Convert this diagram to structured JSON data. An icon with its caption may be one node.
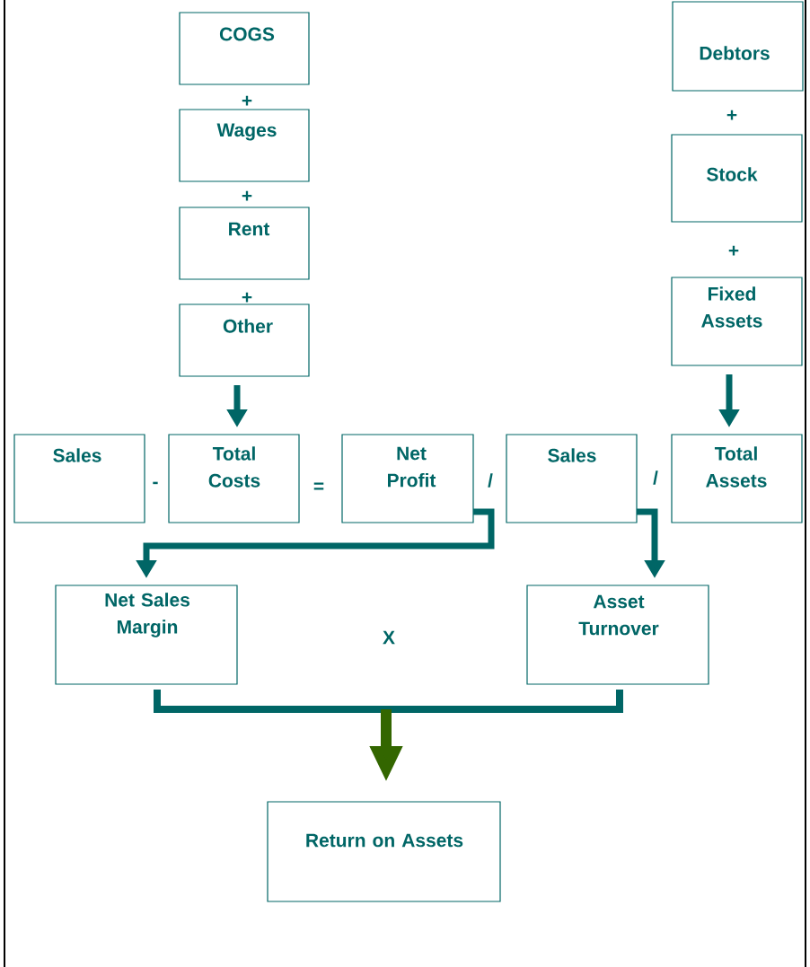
{
  "diagram": {
    "nodes": [
      {
        "text": [
          "COGS"
        ]
      },
      {
        "text": [
          "Wages"
        ]
      },
      {
        "text": [
          "Rent"
        ]
      },
      {
        "text": [
          "Other"
        ]
      },
      {
        "text": [
          "Debtors"
        ]
      },
      {
        "text": [
          "Stock"
        ]
      },
      {
        "text": [
          "Fixed Assets"
        ]
      },
      {
        "text": [
          "Sales"
        ]
      },
      {
        "text": [
          "Total Costs"
        ]
      },
      {
        "text": [
          "Net Profit"
        ]
      },
      {
        "text": [
          "Sales"
        ]
      },
      {
        "text": [
          "Total Assets"
        ]
      },
      {
        "text": [
          "Net Sales Margin"
        ]
      },
      {
        "text": [
          "Asset Turnover"
        ]
      },
      {
        "text": [
          "Return on Assets"
        ]
      }
    ],
    "edges": [
      {
        "from": 3,
        "to": 8,
        "arrow": "to"
      },
      {
        "from": 6,
        "to": 11,
        "arrow": "to"
      },
      {
        "from": 9,
        "to": 12,
        "arrow": "to"
      },
      {
        "from": 10,
        "to": 13,
        "arrow": "to"
      },
      {
        "from": 12,
        "to": 14,
        "arrow": "to"
      },
      {
        "from": 13,
        "to": 14,
        "arrow": "to"
      }
    ],
    "labels": [
      "+",
      "+",
      "+",
      "+",
      "+",
      "-",
      "=",
      "/",
      "/",
      "X"
    ]
  }
}
